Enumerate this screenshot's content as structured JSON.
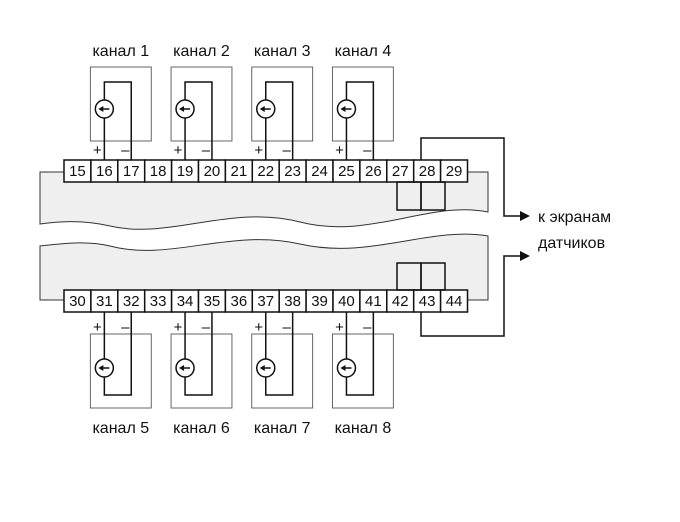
{
  "channels_top": [
    {
      "label": "канал 1"
    },
    {
      "label": "канал 2"
    },
    {
      "label": "канал 3"
    },
    {
      "label": "канал 4"
    }
  ],
  "channels_bottom": [
    {
      "label": "канал 5"
    },
    {
      "label": "канал 6"
    },
    {
      "label": "канал 7"
    },
    {
      "label": "канал 8"
    }
  ],
  "terminals_top": [
    "15",
    "16",
    "17",
    "18",
    "19",
    "20",
    "21",
    "22",
    "23",
    "24",
    "25",
    "26",
    "27",
    "28",
    "29"
  ],
  "terminals_bottom": [
    "30",
    "31",
    "32",
    "33",
    "34",
    "35",
    "36",
    "37",
    "38",
    "39",
    "40",
    "41",
    "42",
    "43",
    "44"
  ],
  "plus_sign": "+",
  "minus_sign": "–",
  "shield_label": {
    "line1": "к экранам",
    "line2": "датчиков"
  }
}
